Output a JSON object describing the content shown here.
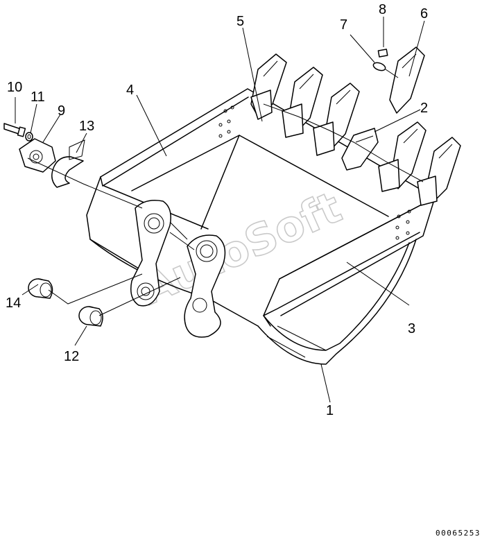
{
  "diagram": {
    "watermark": "AutoSoft",
    "drawing_number": "00065253",
    "callouts": [
      {
        "id": "1",
        "label": "1"
      },
      {
        "id": "2",
        "label": "2"
      },
      {
        "id": "3",
        "label": "3"
      },
      {
        "id": "4",
        "label": "4"
      },
      {
        "id": "5",
        "label": "5"
      },
      {
        "id": "6",
        "label": "6"
      },
      {
        "id": "7",
        "label": "7"
      },
      {
        "id": "8",
        "label": "8"
      },
      {
        "id": "9",
        "label": "9"
      },
      {
        "id": "10",
        "label": "10"
      },
      {
        "id": "11",
        "label": "11"
      },
      {
        "id": "12",
        "label": "12"
      },
      {
        "id": "13",
        "label": "13"
      },
      {
        "id": "14",
        "label": "14"
      }
    ]
  }
}
